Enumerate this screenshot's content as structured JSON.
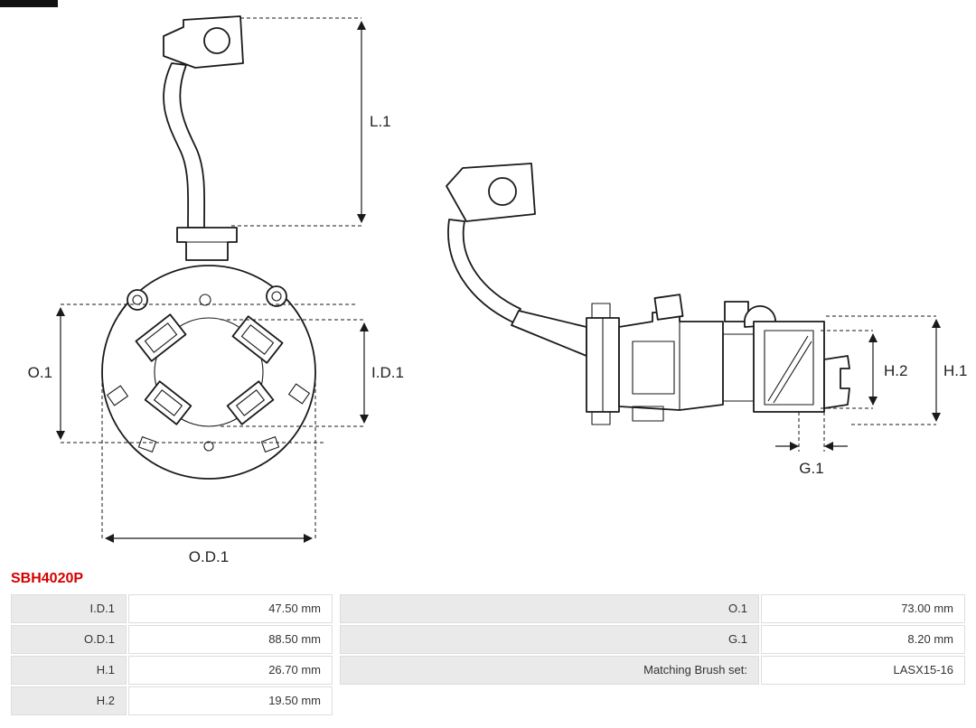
{
  "product": {
    "code": "SBH4020P",
    "code_color": "#d40000"
  },
  "drawing": {
    "labels": {
      "l1": "L.1",
      "o1": "O.1",
      "id1": "I.D.1",
      "od1": "O.D.1",
      "h2": "H.2",
      "h1": "H.1",
      "g1": "G.1"
    }
  },
  "spec_table": {
    "left_rows": [
      {
        "label": "I.D.1",
        "value": "47.50 mm"
      },
      {
        "label": "O.D.1",
        "value": "88.50 mm"
      },
      {
        "label": "H.1",
        "value": "26.70 mm"
      },
      {
        "label": "H.2",
        "value": "19.50 mm"
      }
    ],
    "right_rows": [
      {
        "label": "O.1",
        "value": "73.00 mm"
      },
      {
        "label": "G.1",
        "value": "8.20 mm"
      },
      {
        "label": "Matching Brush set:",
        "value": "LASX15-16"
      }
    ]
  }
}
